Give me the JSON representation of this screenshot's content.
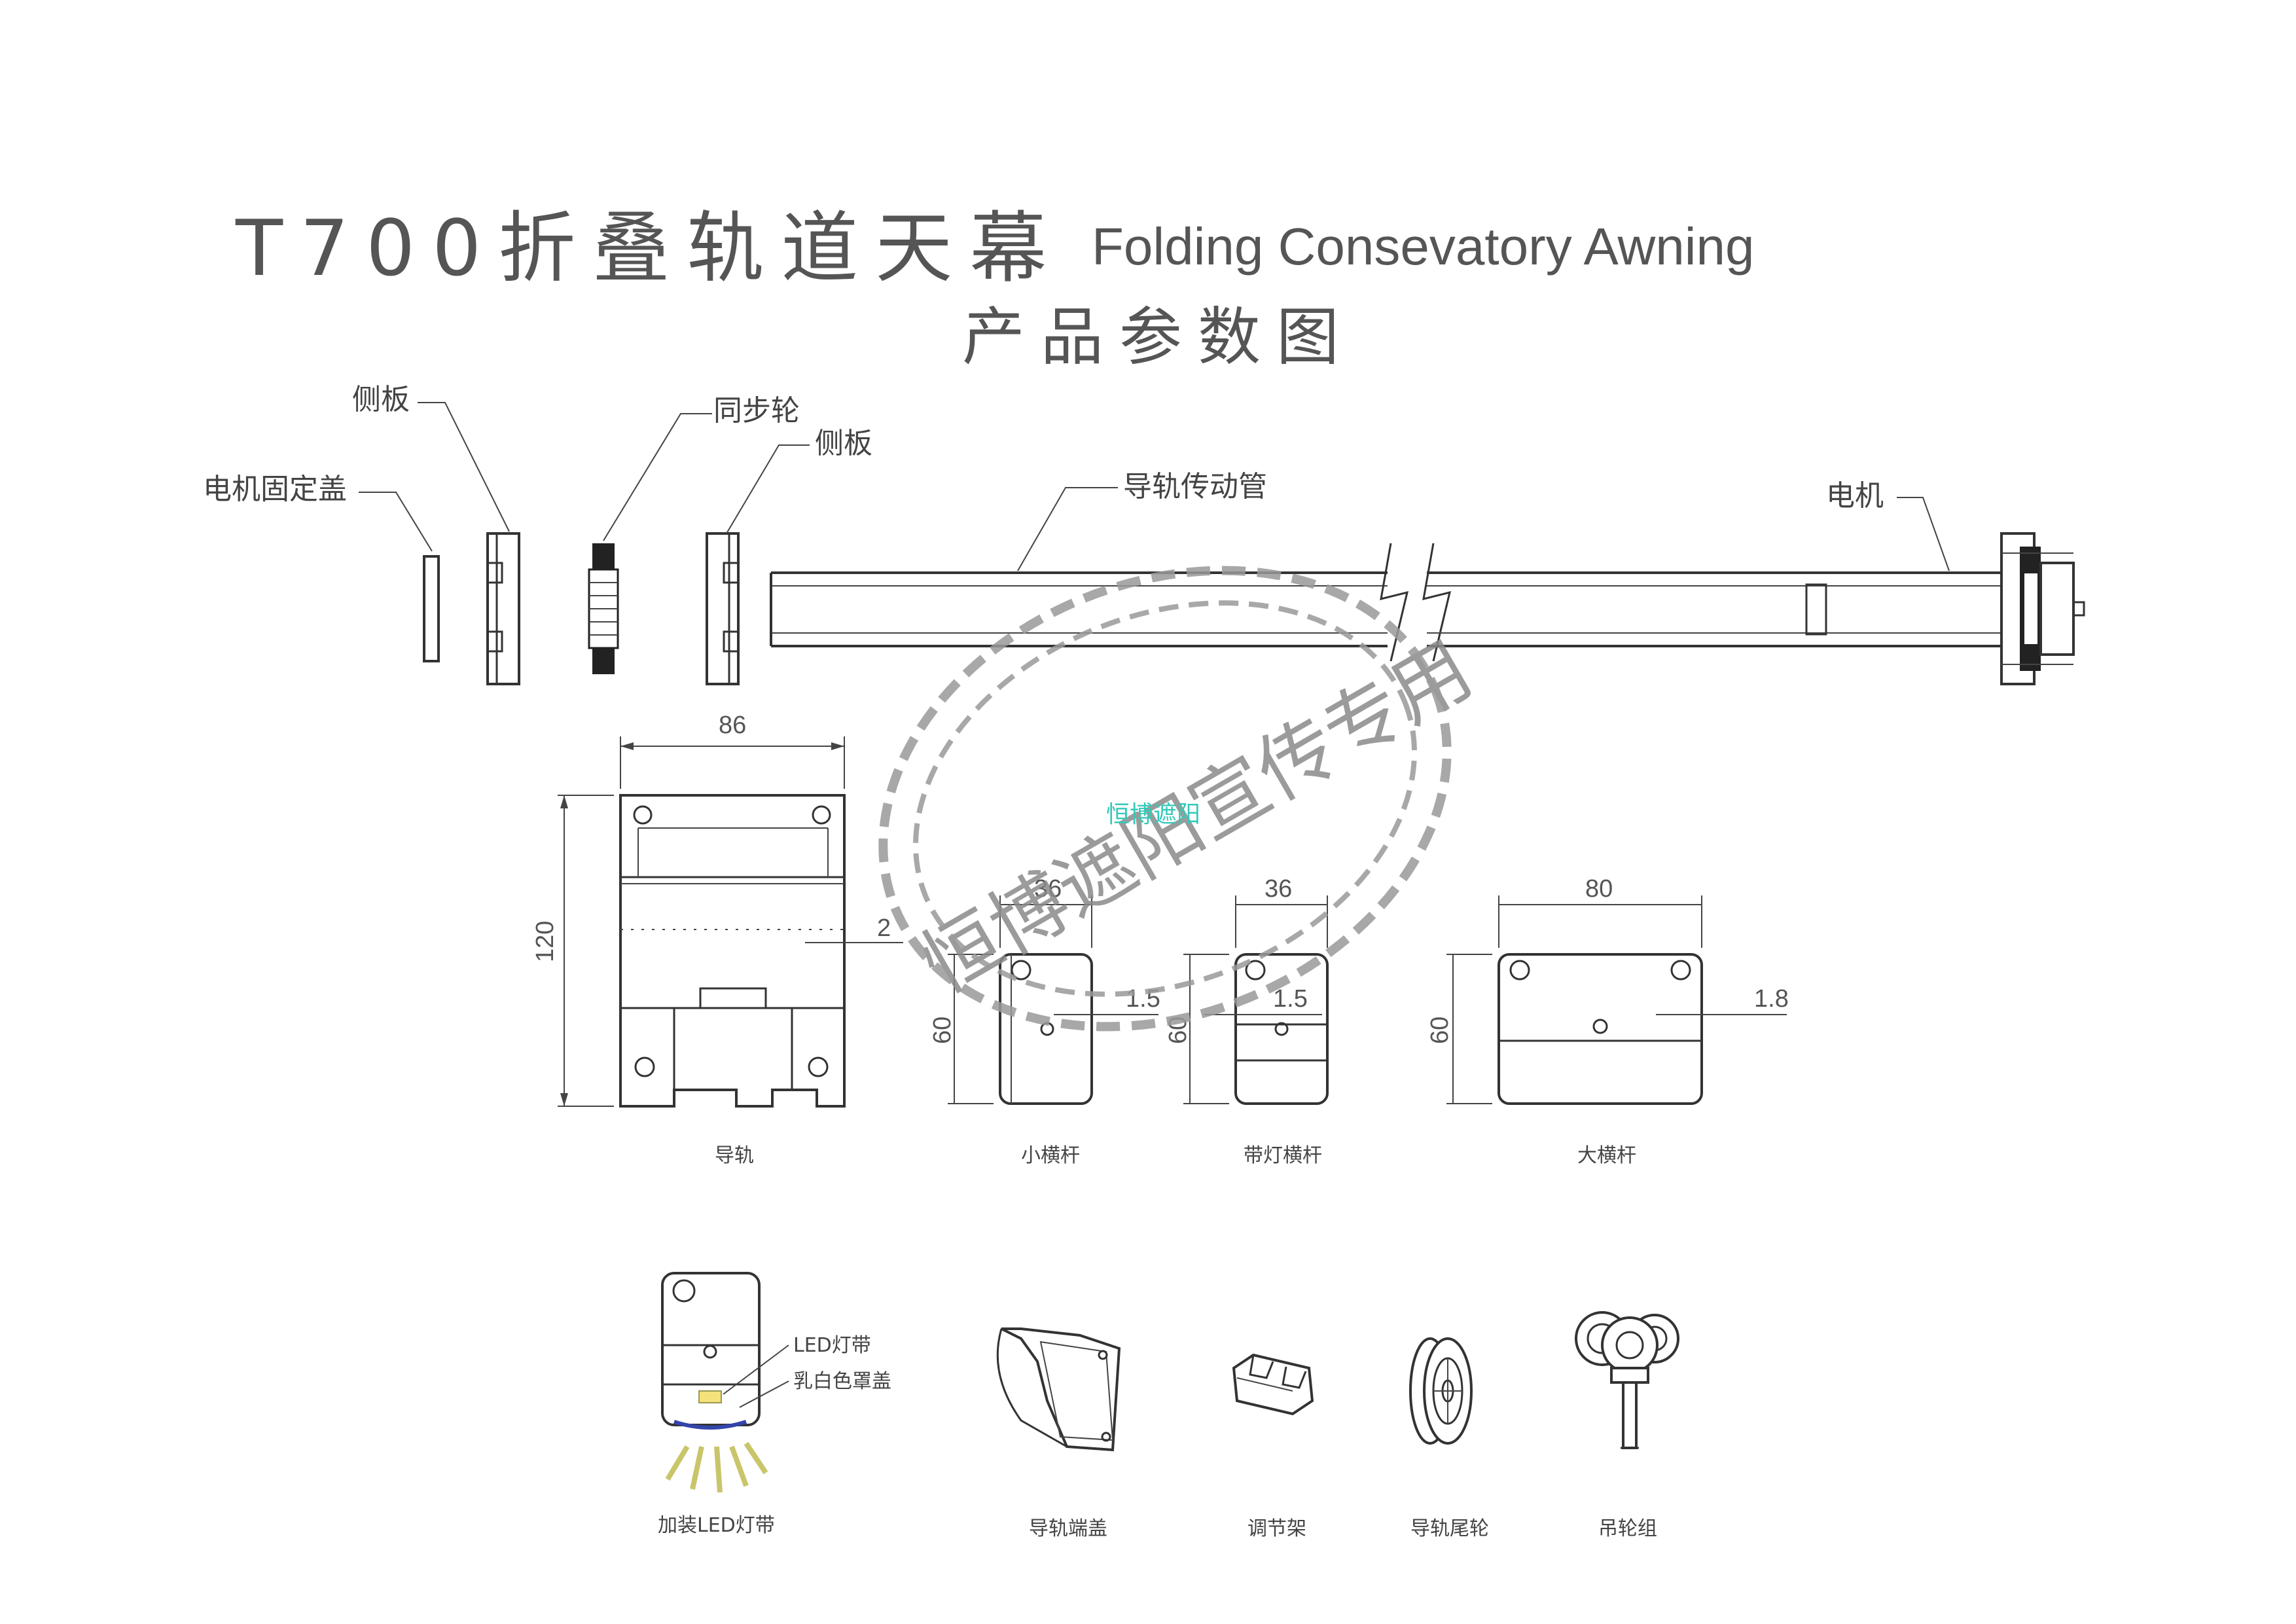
{
  "title": {
    "cn": "T700折叠轨道天幕",
    "en": "Folding Consevatory Awning",
    "sub": "产品参数图"
  },
  "exploded_labels": {
    "motor_cover": "电机固定盖",
    "side_plate_left": "侧板",
    "sync_wheel": "同步轮",
    "side_plate_right": "侧板",
    "drive_tube": "导轨传动管",
    "motor": "电机"
  },
  "profiles": {
    "rail": {
      "name": "导轨",
      "width": "86",
      "height": "120",
      "wall": "2"
    },
    "small_bar": {
      "name": "小横杆",
      "width": "36",
      "height": "60",
      "wall": "1.5"
    },
    "light_bar": {
      "name": "带灯横杆",
      "width": "36",
      "height": "60",
      "wall": "1.5"
    },
    "large_bar": {
      "name": "大横杆",
      "width": "80",
      "height": "60",
      "wall": "1.8"
    }
  },
  "accessories": {
    "led": {
      "name": "加装LED灯带",
      "callout_strip": "LED灯带",
      "callout_cover": "乳白色罩盖"
    },
    "end_cap": {
      "name": "导轨端盖"
    },
    "bracket": {
      "name": "调节架"
    },
    "tail_wheel": {
      "name": "导轨尾轮"
    },
    "hanger": {
      "name": "吊轮组"
    }
  },
  "watermark": {
    "text": "恒博遮阳宣传专用",
    "small": "恒博遮阳"
  }
}
